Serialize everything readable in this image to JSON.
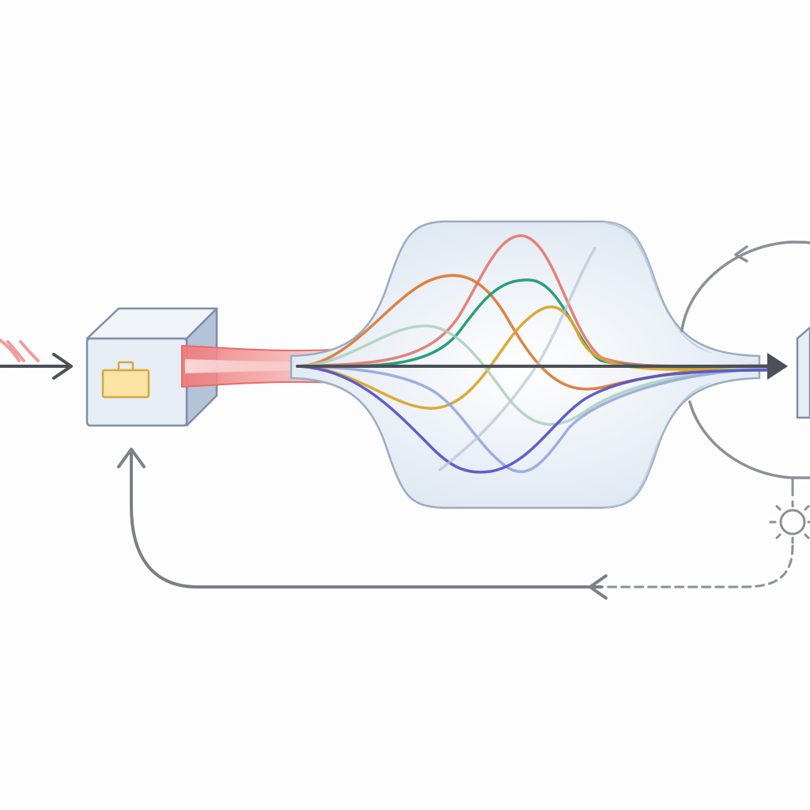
{
  "diagram": {
    "background": "#fdfdfd",
    "colors": {
      "arrow_dark": "#4a4f58",
      "loop_gray": "#8a9099",
      "box_face": "#e6edf5",
      "box_top": "#f1f5f9",
      "box_side": "#b3c3d8",
      "box_stroke": "#7d8fa8",
      "icon_fill": "#fbe3a3",
      "icon_stroke": "#d4a93a",
      "beam": "#ef7d7d",
      "tube_fill": "#e9eff6",
      "tube_stroke": "#9aabc2"
    },
    "icons": {
      "source_box": "cube",
      "box_icon": "briefcase-icon",
      "sensor": "gear-icon",
      "loop": "circular-arrow"
    },
    "waves": [
      {
        "color": "#e2766b",
        "opacity": 0.9
      },
      {
        "color": "#dc7a3a",
        "opacity": 0.95
      },
      {
        "color": "#1d9a72",
        "opacity": 0.95
      },
      {
        "color": "#d9a52b",
        "opacity": 0.95
      },
      {
        "color": "#a9d0b9",
        "opacity": 0.85
      },
      {
        "color": "#8ea2dd",
        "opacity": 0.85
      },
      {
        "color": "#5854c6",
        "opacity": 0.95
      },
      {
        "color": "#b4c5d4",
        "opacity": 0.7
      }
    ]
  }
}
